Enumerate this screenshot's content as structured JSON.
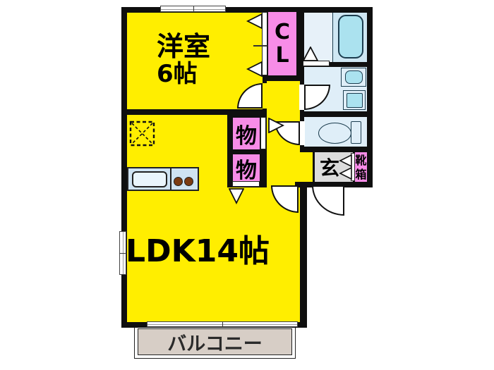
{
  "floorplan": {
    "type": "apartment-floor-plan",
    "rooms": {
      "western_room": {
        "label": "洋室",
        "size": "6帖"
      },
      "ldk": {
        "label": "LDK14帖"
      },
      "closet": {
        "label": "CL",
        "chars": [
          "C",
          "L"
        ]
      },
      "storage_upper": {
        "label": "物"
      },
      "storage_lower": {
        "label": "物"
      },
      "entrance": {
        "label": "玄"
      },
      "shoe_box": {
        "label": "靴箱",
        "chars": [
          "靴",
          "箱"
        ]
      },
      "balcony": {
        "label": "バルコニー"
      }
    },
    "colors": {
      "room_yellow": "#ffee00",
      "closet_pink": "#f78ce7",
      "wet_area_blue": "#dfeef8",
      "fixture_cyan": "#abe2ef",
      "entrance_gray": "#dcdcdc",
      "balcony_beige": "#d7cec6",
      "wall_black": "#0f0f0f"
    },
    "fixtures": [
      "bathtub",
      "washbasin",
      "washing-machine-pan",
      "toilet",
      "kitchen-counter",
      "sink",
      "stove-2-burner",
      "refrigerator-space"
    ]
  }
}
